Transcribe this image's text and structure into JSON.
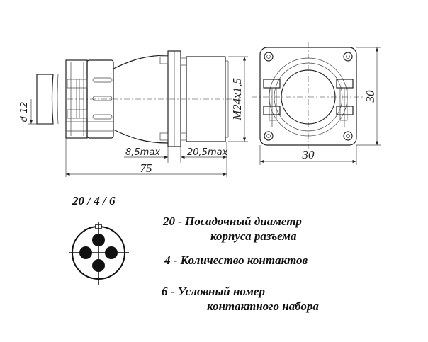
{
  "side_view": {
    "dim_cable": "d 12",
    "dim_thread": "M24x1,5",
    "dim_flange_left": "8,5max",
    "dim_body": "20,5max",
    "dim_total": "75"
  },
  "front_view": {
    "dim_height": "30",
    "dim_width": "30"
  },
  "legend": {
    "code": "20 / 4 / 6",
    "line1": "20  -  Посадочный диаметр",
    "line2": "корпуса разъема",
    "line3": "4  - Количество контактов",
    "line4": "6  - Условный номер",
    "line5": "контактного набора"
  }
}
